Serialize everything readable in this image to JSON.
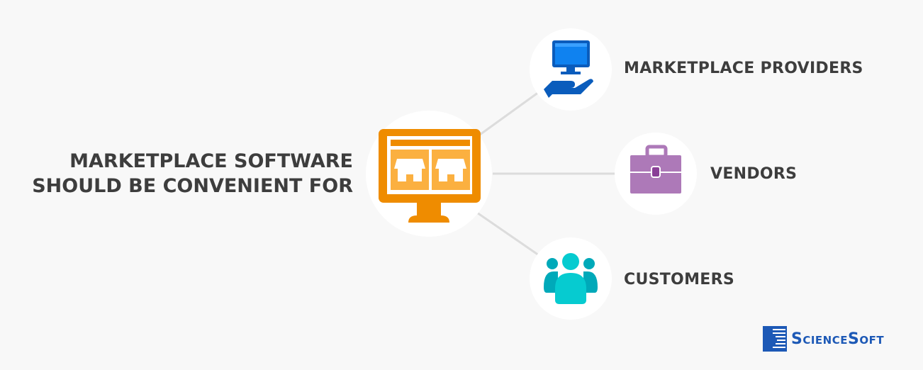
{
  "title": {
    "line1": "MARKETPLACE SOFTWARE",
    "line2": "SHOULD BE CONVENIENT FOR"
  },
  "center": {
    "icon": "storefront-monitor-icon",
    "color": "#ef8c00",
    "accent": "#fbb040"
  },
  "targets": [
    {
      "label": "MARKETPLACE PROVIDERS",
      "icon": "monitor-hand-icon",
      "color": "#0a5cbc"
    },
    {
      "label": "VENDORS",
      "icon": "briefcase-icon",
      "color": "#ad79b8"
    },
    {
      "label": "CUSTOMERS",
      "icon": "people-group-icon",
      "color": "#06cbd0"
    }
  ],
  "logo": {
    "text": "ScienceSoft",
    "color": "#1d59b6"
  }
}
